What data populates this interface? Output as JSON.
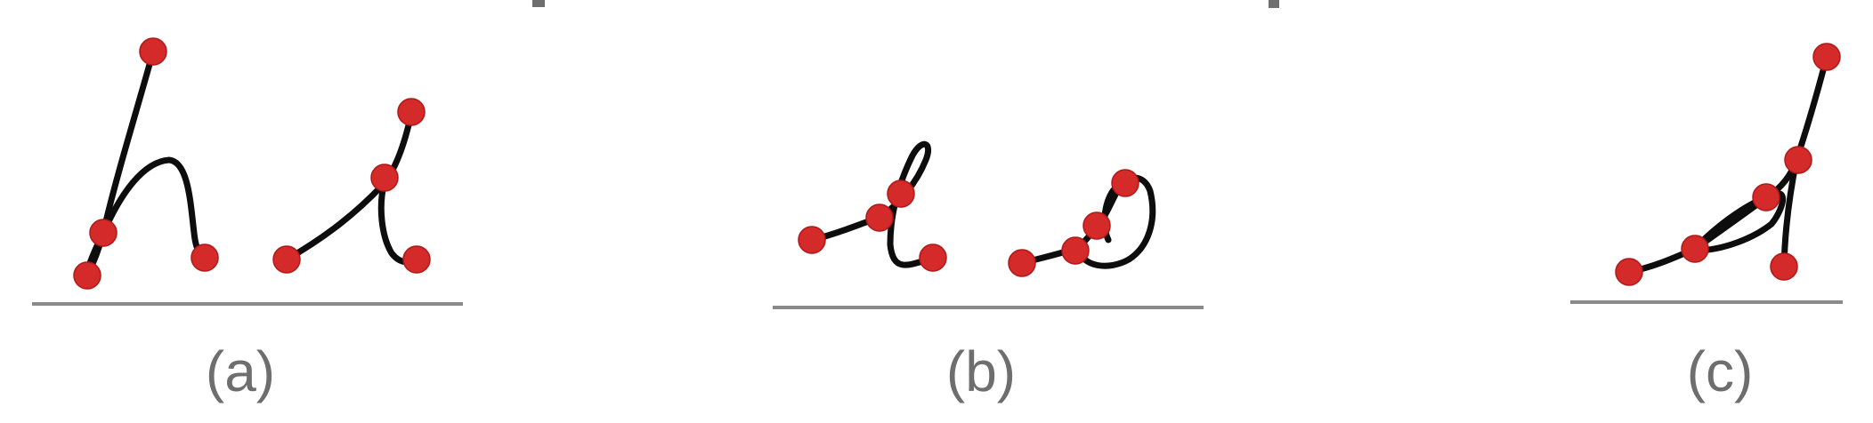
{
  "panels": [
    {
      "id": "a",
      "caption": "(a)"
    },
    {
      "id": "b",
      "caption": "(b)"
    },
    {
      "id": "c",
      "caption": "(c)"
    }
  ],
  "colors": {
    "keypoint": "#d42a2a",
    "stroke": "#0d0d0d",
    "baseline": "#8a8a8a",
    "caption": "#6e6e6e"
  },
  "icons": {
    "keypoint": "red-dot-marker"
  }
}
